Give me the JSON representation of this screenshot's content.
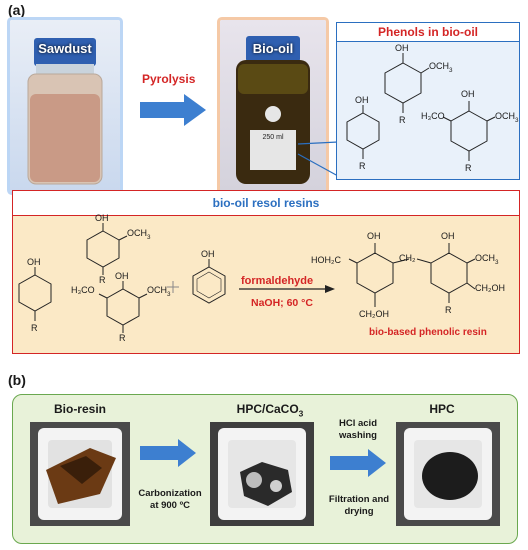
{
  "panel_a": {
    "label": "(a)",
    "sawdust_title": "Sawdust",
    "pyrolysis_label": "Pyrolysis",
    "biooil_title": "Bio-oil",
    "phenols_box_title": "Phenols in bio-oil",
    "resol_box_title": "bio-oil resol resins",
    "reagent_label": "formaldehyde",
    "conditions_label": "NaOH; 60 °C",
    "product_label": "bio-based phenolic resin",
    "plus": "+",
    "jar_label_volume": "250 ml",
    "chem_labels": {
      "oh": "OH",
      "och3": "OCH",
      "h3co": "H₃CO",
      "r": "R",
      "hoh2c": "HOH₂C",
      "ch2oh": "CH₂OH",
      "ch2": "CH₂"
    }
  },
  "panel_b": {
    "label": "(b)",
    "stage1_title": "Bio-resin",
    "stage2_title_main": "HPC/CaCO",
    "stage2_title_sub": "3",
    "stage3_title": "HPC",
    "carbonization_label": "Carbonization at 900 ºC",
    "acid_label": "HCl acid washing",
    "filtration_label": "Filtration and drying"
  },
  "colors": {
    "red": "#d42525",
    "blue": "#2b6fc0",
    "arrow_blue": "#3d7fd0",
    "resol_fill": "#fbe9c6",
    "green_fill": "#e8f2d9",
    "green_border": "#6aa84f",
    "phenols_fill": "#e9f1fa"
  }
}
